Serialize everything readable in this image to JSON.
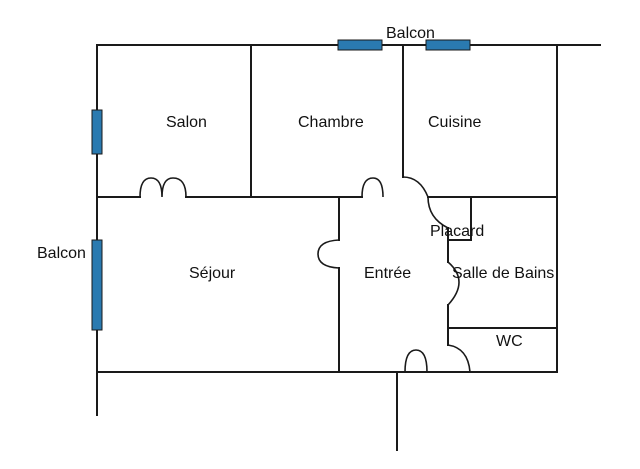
{
  "plan": {
    "rooms": {
      "salon": "Salon",
      "chambre": "Chambre",
      "cuisine": "Cuisine",
      "sejour": "Séjour",
      "entree": "Entrée",
      "placard": "Placard",
      "salle_de_bains": "Salle de Bains",
      "wc": "WC"
    },
    "balconies": {
      "top": "Balcon",
      "left": "Balcon"
    },
    "colors": {
      "window": "#2a7ab0",
      "wall": "#1a1a1a"
    }
  }
}
